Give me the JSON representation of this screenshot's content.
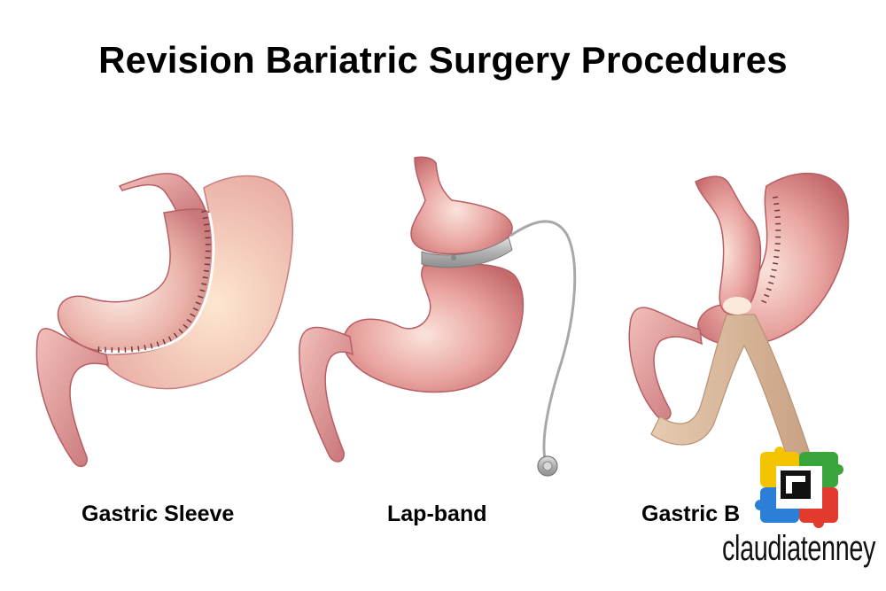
{
  "title": "Revision Bariatric Surgery Procedures",
  "procedures": [
    {
      "label": "Gastric Sleeve"
    },
    {
      "label": "Lap-band"
    },
    {
      "label": "Gastric B"
    }
  ],
  "watermark": {
    "text": "claudiatenney",
    "colors": [
      "#f5c400",
      "#2b7fd6",
      "#3aa53a",
      "#e23b2e"
    ]
  },
  "colors": {
    "stomach": "#e08f8e",
    "stomach_dark": "#c8696d",
    "band": "#b9b9b9",
    "roux_limb": "#d7b79a"
  }
}
